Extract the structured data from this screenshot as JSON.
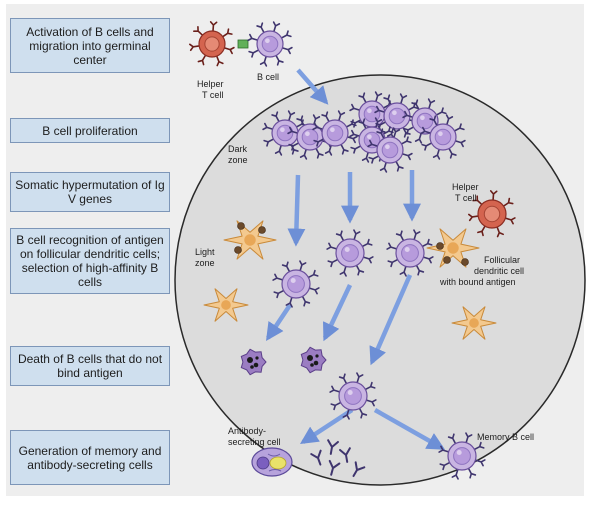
{
  "steps": [
    "Activation of B cells and migration into germinal center",
    "B cell proliferation",
    "Somatic hypermutation of Ig V genes",
    "B cell recognition of antigen on follicular dendritic cells; selection of high-affinity B cells",
    "Death of B cells that do not bind antigen",
    "Generation of memory and antibody-secreting cells"
  ],
  "labels": {
    "helper_top": [
      "Helper",
      "T cell"
    ],
    "b_cell": "B cell",
    "dark_zone": [
      "Dark",
      "zone"
    ],
    "light_zone": [
      "Light",
      "zone"
    ],
    "helper_right": [
      "Helper",
      "T cell"
    ],
    "fdc": [
      "Follicular",
      "dendritic cell",
      "with bound antigen"
    ],
    "antibody_secreting": [
      "Antibody-",
      "secreting cell"
    ],
    "memory_b": "Memory B cell"
  },
  "colors": {
    "b_cell_fill": "#c9b5e2",
    "b_cell_edge": "#6a4f9c",
    "helper_fill": "#d4644f",
    "fdc_fill": "#f3c98f",
    "arrow": "#7d9fe0",
    "box_fill": "#cfdfee",
    "dying_fill": "#9b7dc2"
  }
}
